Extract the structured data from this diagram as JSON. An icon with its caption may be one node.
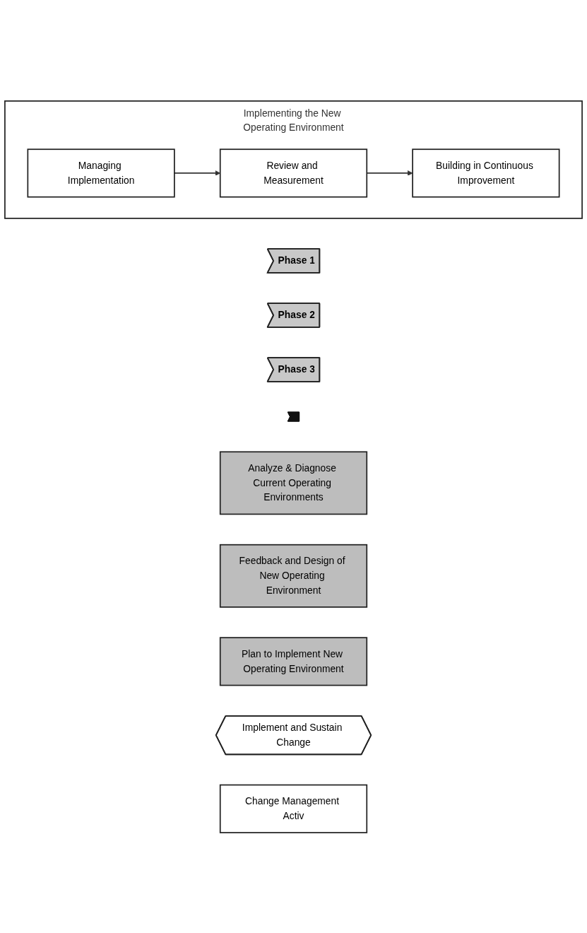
{
  "diagram": {
    "nodes": [
      {
        "text": [
          "Phase 1"
        ]
      },
      {
        "text": [
          "Phase 2"
        ]
      },
      {
        "text": [
          "Phase 3"
        ]
      },
      {
        "text": [],
        "shape": "chevron"
      },
      {
        "text": [
          "Analyze & Diagnose Current Operating Environments"
        ]
      },
      {
        "text": [
          "Feedback and Design of New Operating Environment"
        ]
      },
      {
        "text": [
          "Plan to Implement New Operating Environment"
        ]
      },
      {
        "text": [
          "Implement and Sustain Change"
        ]
      },
      {
        "text": [
          "Change Management Activ"
        ]
      },
      {
        "text": [
          "Implementing the New Operating Environment"
        ]
      },
      {
        "text": [
          "Managing Implementation"
        ],
        "in": 9
      },
      {
        "text": [
          "Review and Measurement"
        ],
        "in": 9
      },
      {
        "text": [
          "Building in Continuous Improvement"
        ],
        "in": 9
      }
    ],
    "edges": [
      {
        "from": 10,
        "to": 11,
        "arrow": "to"
      },
      {
        "from": 11,
        "to": 12,
        "arrow": "to"
      }
    ]
  }
}
